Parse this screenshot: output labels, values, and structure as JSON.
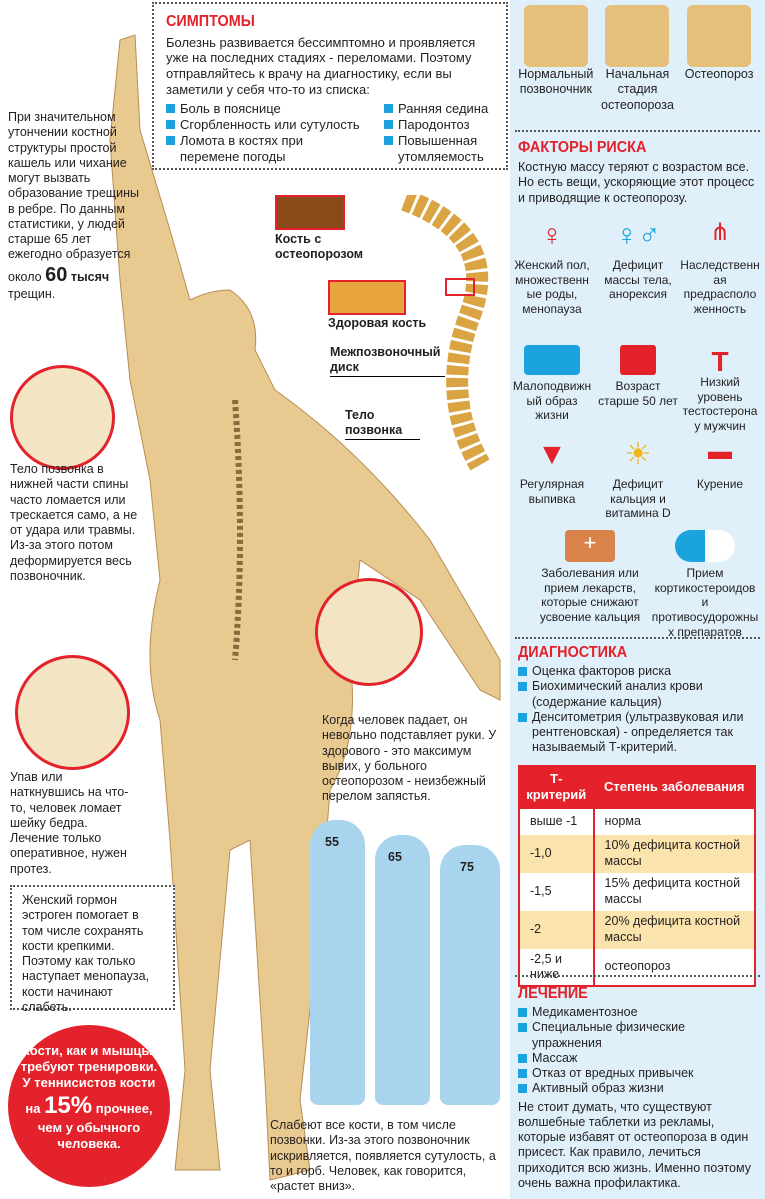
{
  "symptoms": {
    "title": "Симптомы",
    "intro": "Болезнь развивается бессимптомно и проявляется уже на последних стадиях - переломами. Поэтому отправляйтесь к врачу на диагностику, если вы заметили у себя что-то из списка:",
    "left": [
      "Боль в пояснице",
      "Сгорбленность или сутулость",
      "Ломота в костях при перемене погоды"
    ],
    "right": [
      "Ранняя седина",
      "Пародонтоз",
      "Повышенная утомляемость"
    ]
  },
  "left_notes": {
    "ribs": "При значительном утончении костной структуры простой кашель или чихание могут вызвать образование трещины в ребре. По данным статистики, у людей старше 65 лет ежегодно образуется около",
    "ribs_num": "60",
    "ribs_unit": "тысяч",
    "ribs_end": "трещин.",
    "vertebra": "Тело позвонка в нижней части спины часто ломается или трескается само, а не от удара или травмы. Из-за этого потом деформируется весь позвоночник.",
    "hip": "Упав или наткнувшись на что-то, человек ломает шейку бедра. Лечение только оперативное, нужен протез.",
    "estrogen": "Женский гормон эстроген помогает в том числе сохранять кости крепкими. Поэтому как только наступает менопауза, кости начинают слабеть.",
    "tennis_a": "Кости, как и мышцы, требуют тренировки. У теннисистов кости на",
    "tennis_pct": "15%",
    "tennis_b": "прочнее, чем у обычного человека."
  },
  "labels": {
    "osteo_bone": "Кость с остеопорозом",
    "healthy_bone": "Здоровая кость",
    "disc": "Межпозвоночный диск",
    "body": "Тело позвонка"
  },
  "wrist": "Когда человек падает, он невольно подставляет руки. У здорового - это максимум вывих, у больного остеопорозом - неизбежный перелом запястья.",
  "ages": [
    "55",
    "65",
    "75"
  ],
  "aging": "Слабеют все кости, в том числе позвонки. Из-за этого позвоночник искривляется, появляется сутулость, а то и горб. Человек, как говорится, «растет вниз».",
  "stages": [
    "Нормальный позвоночник",
    "Начальная стадия остеопороза",
    "Остеопороз"
  ],
  "risk": {
    "title": "Факторы риска",
    "intro": "Костную массу теряют с возрастом все. Но есть вещи, ускоряющие этот процесс и приводящие к остеопорозу.",
    "items": [
      "Женский пол, множественные роды, менопауза",
      "Дефицит массы тела, анорексия",
      "Наследственная предрасположенность",
      "Малоподвижный образ жизни",
      "Возраст старше 50 лет",
      "Низкий уровень тестостерона у мужчин",
      "Регулярная выпивка",
      "Дефицит кальция и витамина D",
      "Курение",
      "Заболевания или прием лекарств, которые снижают усвоение кальция",
      "Прием кортикостероидов и противосудорожных препаратов"
    ]
  },
  "diag": {
    "title": "Диагностика",
    "items": [
      "Оценка факторов риска",
      "Биохимический анализ крови (содержание кальция)",
      "Денситометрия (ультразвуковая или рентгеновская) - определяется так называемый Т-критерий."
    ]
  },
  "table": {
    "headers": [
      "Т-критерий",
      "Степень заболевания"
    ],
    "rows": [
      [
        "выше -1",
        "норма"
      ],
      [
        "-1,0",
        "10% дефицита костной массы"
      ],
      [
        "-1,5",
        "15% дефицита костной массы"
      ],
      [
        "-2",
        "20% дефицита костной массы"
      ],
      [
        "-2,5 и ниже",
        "остеопороз"
      ]
    ]
  },
  "treat": {
    "title": "Лечение",
    "items": [
      "Медикаментозное",
      "Специальные физические упражнения",
      "Массаж",
      "Отказ от вредных привычек",
      "Активный образ жизни"
    ],
    "outro": "Не стоит думать, что существуют волшебные таблетки из рекламы, которые избавят от остеопороза в один присест. Как правило, лечиться приходится всю жизнь. Именно поэтому очень важна профилактика."
  },
  "colors": {
    "red": "#e3222b",
    "blue": "#1aa3dc",
    "panel": "#dff0fa",
    "bone": "#e8c98f"
  }
}
